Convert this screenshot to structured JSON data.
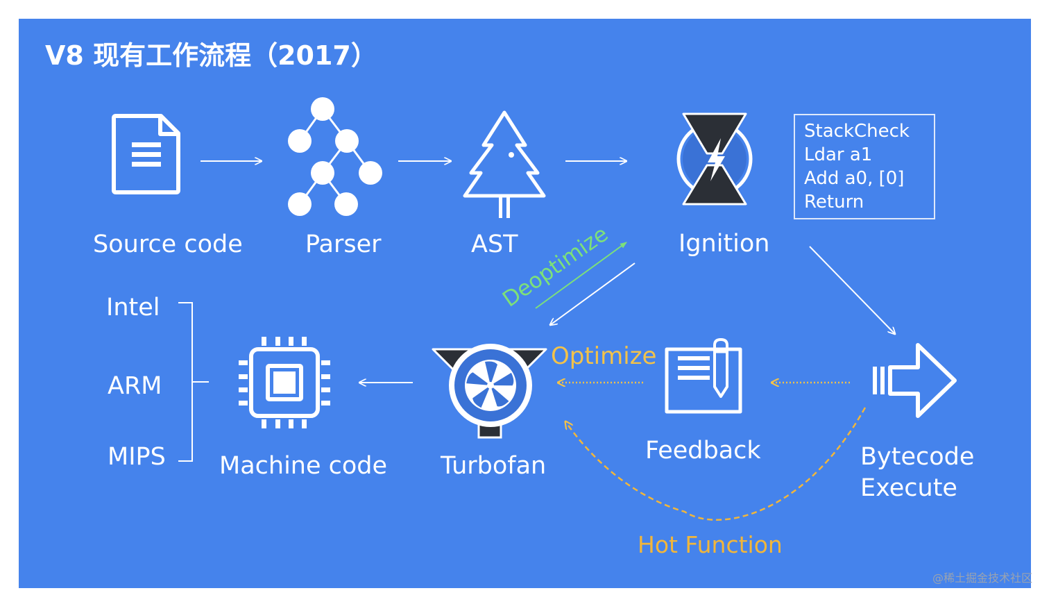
{
  "title": "V8 现有工作流程（2017）",
  "nodes": {
    "source_code": "Source code",
    "parser": "Parser",
    "ast": "AST",
    "ignition": "Ignition",
    "turbofan": "Turbofan",
    "machine_code": "Machine code",
    "feedback": "Feedback",
    "bytecode_execute": [
      "Bytecode",
      "Execute"
    ]
  },
  "architectures": [
    "Intel",
    "ARM",
    "MIPS"
  ],
  "bytecode_sample": [
    "StackCheck",
    "Ldar a1",
    "Add a0, [0]",
    "Return"
  ],
  "edge_labels": {
    "deoptimize": "Deoptimize",
    "optimize": "Optimize",
    "hot_function": "Hot Function"
  },
  "colors": {
    "background": "#4583ec",
    "foreground": "#ffffff",
    "deoptimize": "#7de07a",
    "optimize": "#f2c24a",
    "hot_function": "#f2b63a",
    "dark_accent": "#2b2f36"
  },
  "icons": [
    "document-icon",
    "tree-graph-icon",
    "pine-tree-icon",
    "hourglass-lightning-icon",
    "funnel-fan-icon",
    "cpu-chip-icon",
    "notebook-pen-icon",
    "arrow-right-outline-icon"
  ],
  "watermark": "@稀土掘金技术社区"
}
